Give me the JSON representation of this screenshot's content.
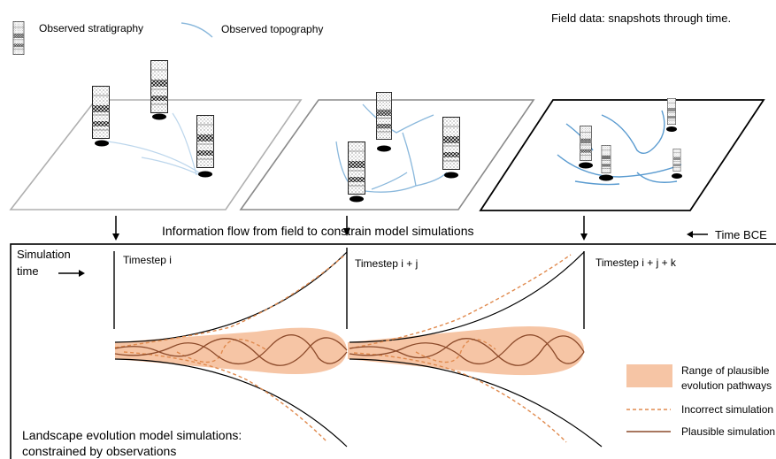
{
  "legend_top": {
    "stratigraphy": "Observed stratigraphy",
    "topography": "Observed topography"
  },
  "field_title": "Field data: snapshots through time.",
  "info_flow": "Information flow from field to constrain model simulations",
  "time_bce": "Time BCE",
  "simulation_time_line1": "Simulation",
  "simulation_time_line2": "time",
  "timesteps": [
    "Timestep i",
    "Timestep i + j",
    "Timestep i + j + k"
  ],
  "legend_bottom": {
    "range_line1": "Range of plausible",
    "range_line2": "evolution pathways",
    "incorrect": "Incorrect simulation",
    "plausible": "Plausible simulation"
  },
  "bottom_caption_line1": "Landscape evolution model simulations:",
  "bottom_caption_line2": "constrained by observations",
  "colors": {
    "topography": "#8ab8dc",
    "range_fill": "#f6c5a5",
    "incorrect": "#e08a4e",
    "plausible": "#8c4a2a",
    "panel1_border": "#b0b0b0",
    "panel2_border": "#8a8a8a",
    "panel3_border": "#000000"
  },
  "icons": [
    "stratigraphy-column-icon",
    "topography-line-icon",
    "arrow-down-icon",
    "arrow-left-icon",
    "arrow-right-icon"
  ]
}
